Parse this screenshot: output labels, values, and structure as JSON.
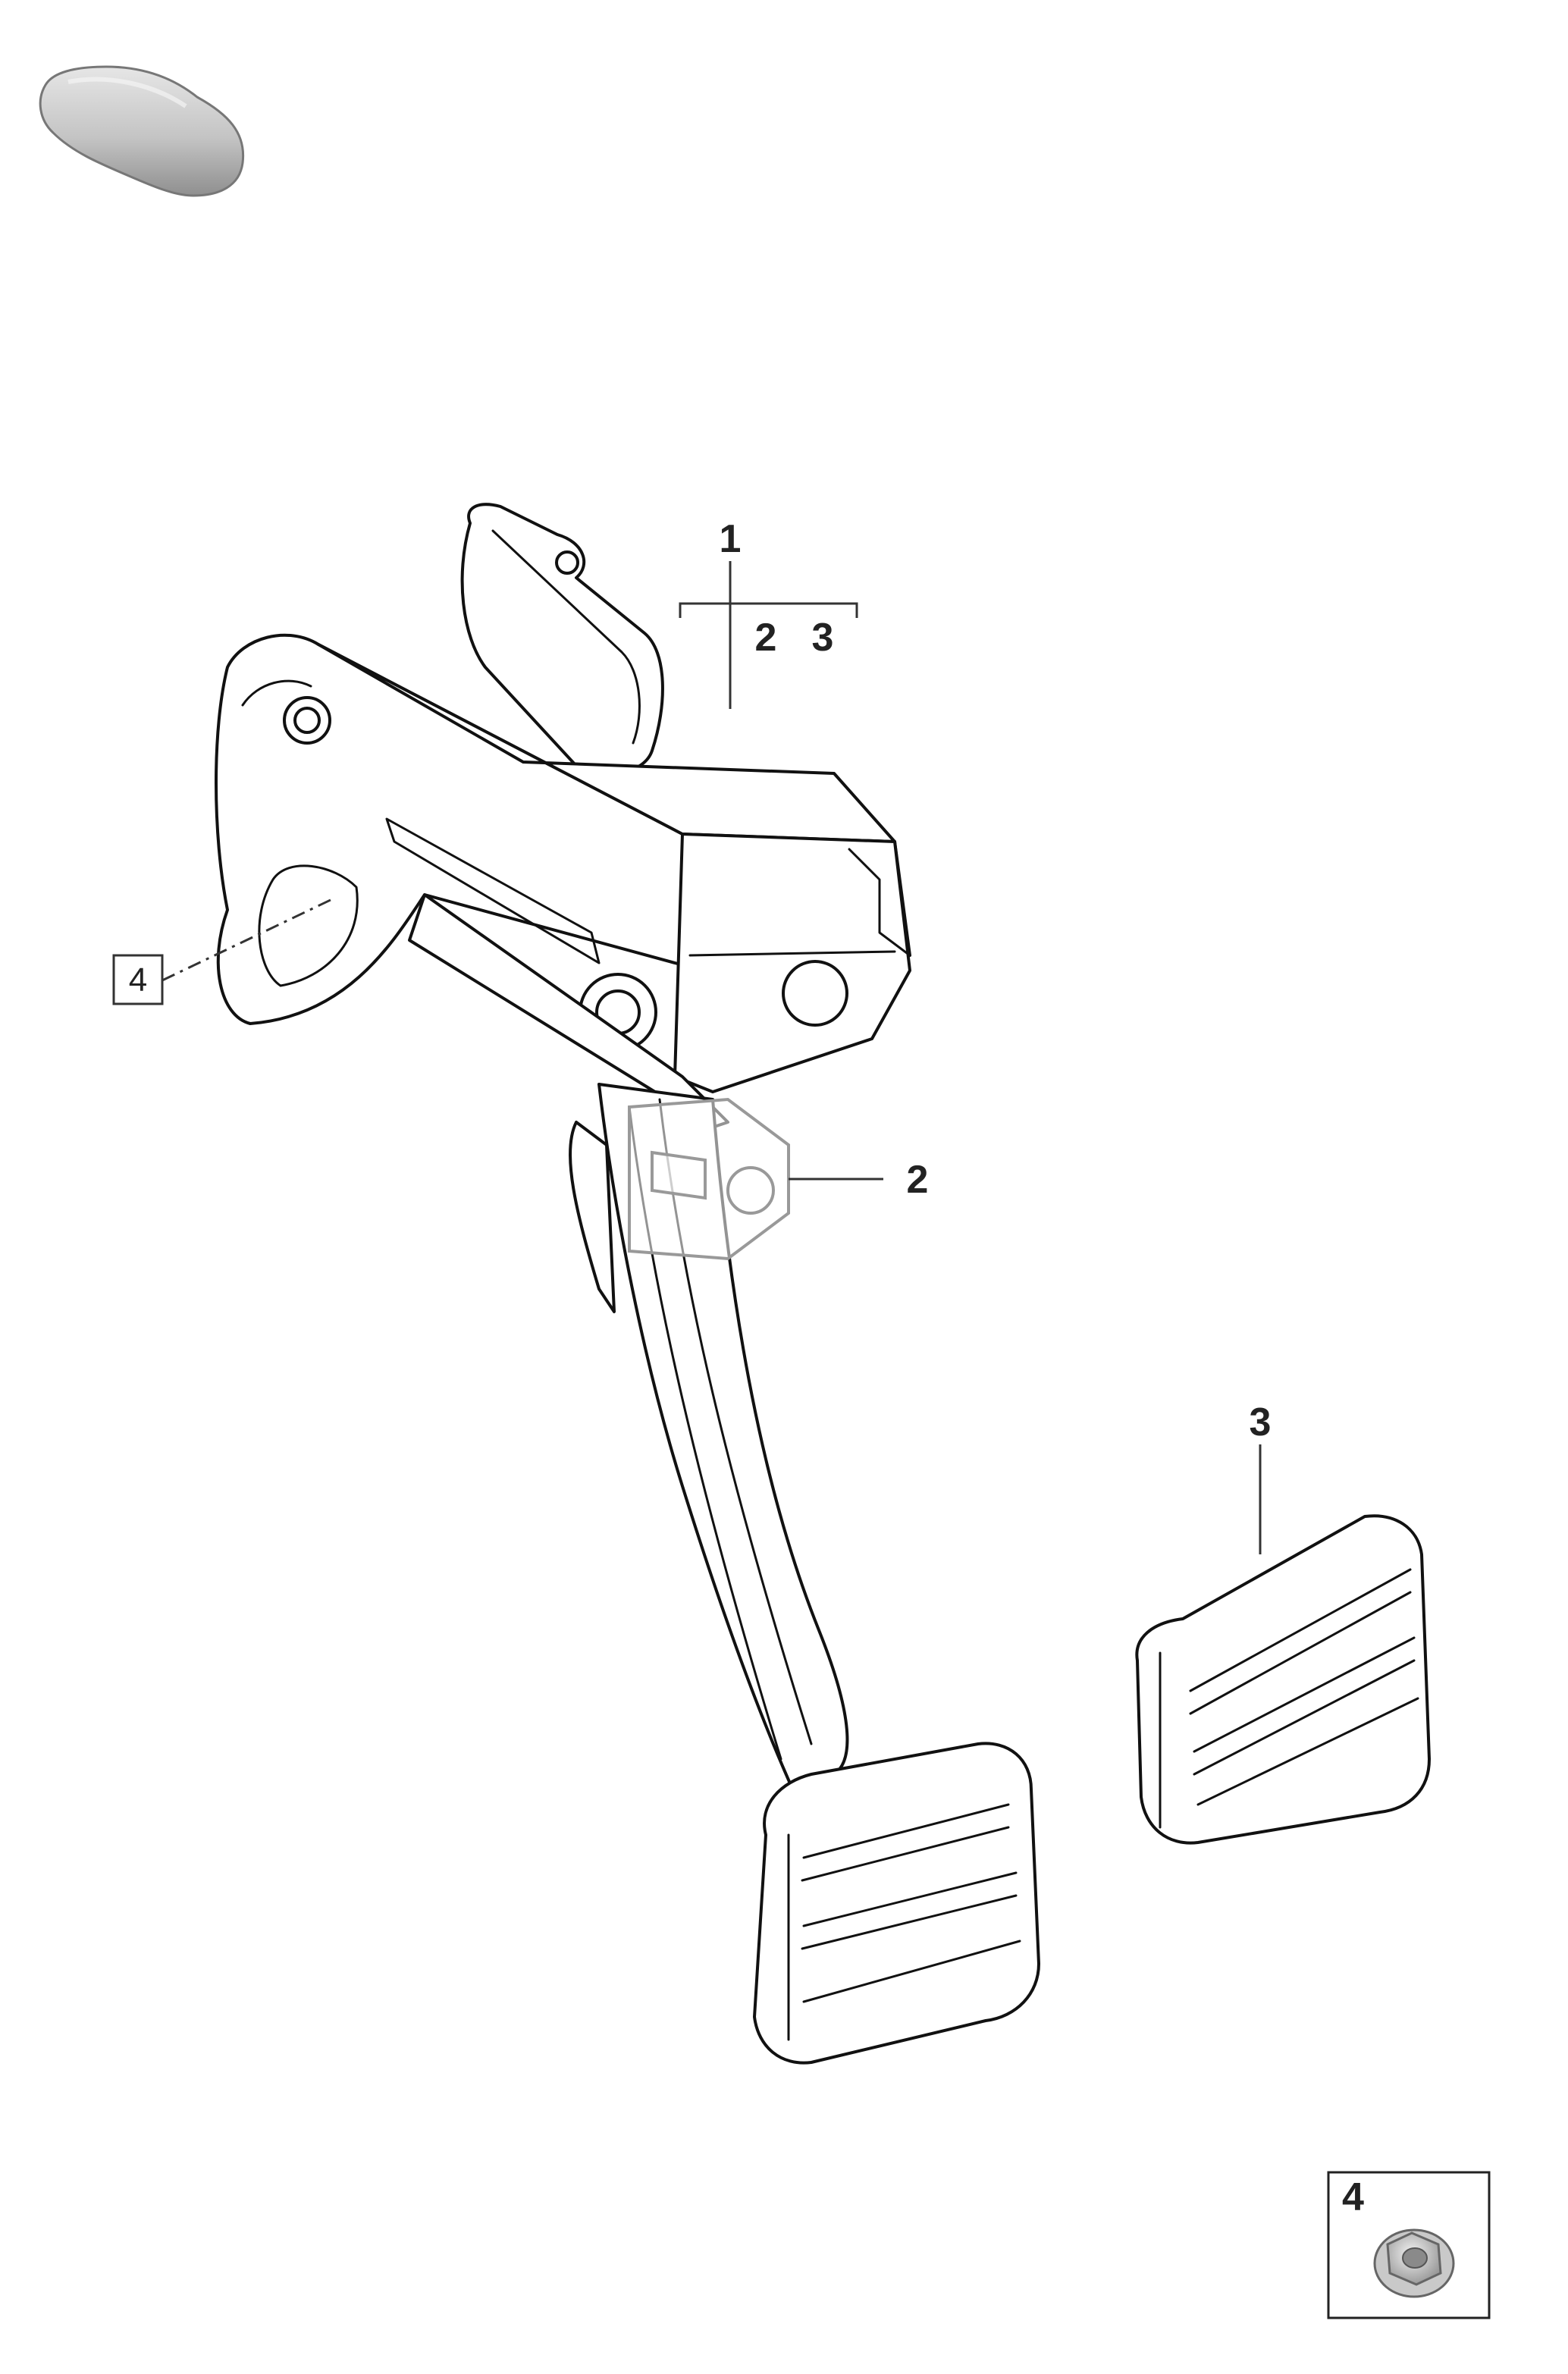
{
  "callouts": {
    "c1": "1",
    "c1_sub_a": "2",
    "c1_sub_b": "3",
    "c2": "2",
    "c3": "3",
    "c4_box": "4",
    "legend_4": "4"
  },
  "icons": {
    "vehicle": "car-silhouette-icon",
    "nut": "hex-flange-nut-icon"
  },
  "colors": {
    "line": "#111111",
    "ghost": "#999999",
    "car_fill": "#c8c8c8"
  }
}
